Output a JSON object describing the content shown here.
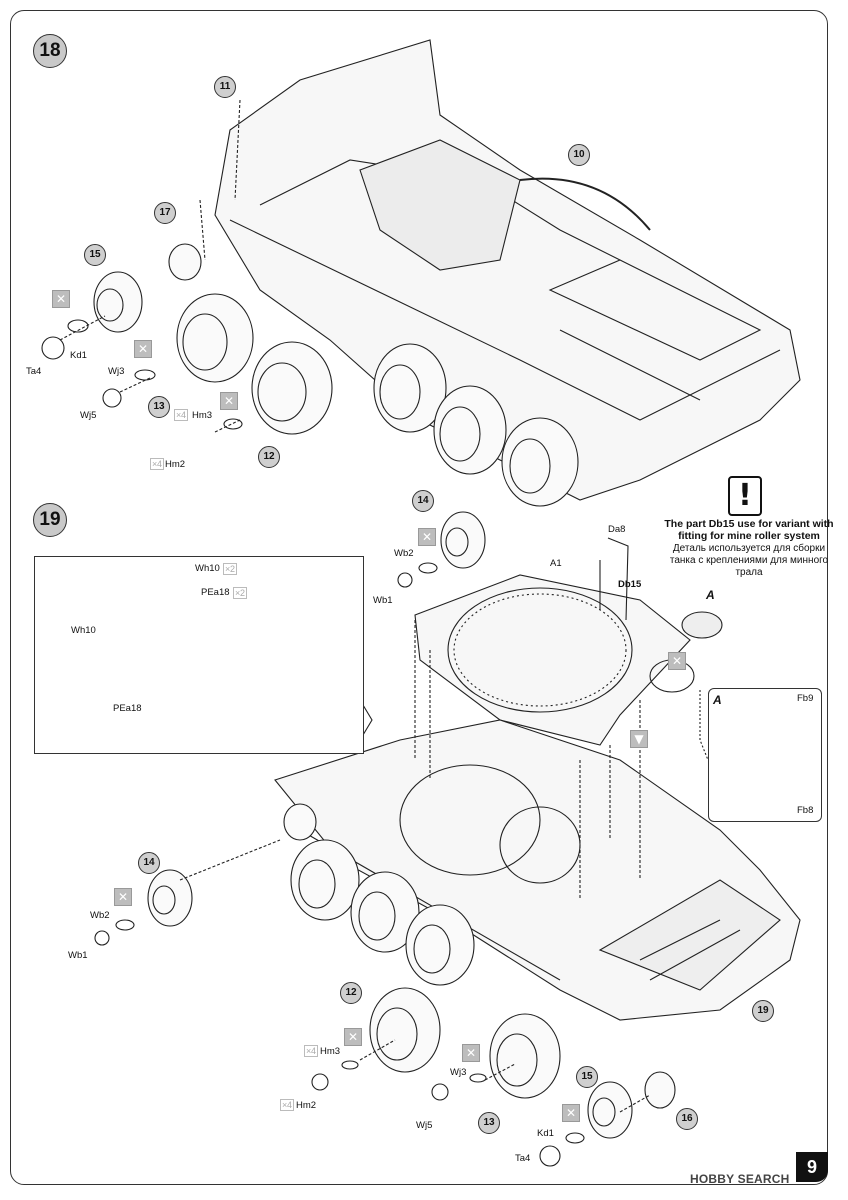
{
  "steps": {
    "s18": "18",
    "s19": "19"
  },
  "parts": {
    "p10": "10",
    "p11": "11",
    "p12": "12",
    "p13": "13",
    "p14": "14",
    "p15": "15",
    "p16": "16",
    "p17": "17",
    "p19": "19"
  },
  "labels": {
    "ta4": "Ta4",
    "kd1": "Kd1",
    "wj3": "Wj3",
    "wj5": "Wj5",
    "hm3": "Hm3",
    "hm2": "Hm2",
    "wb2": "Wb2",
    "wb1": "Wb1",
    "da8": "Da8",
    "db15": "Db15",
    "a1": "A1",
    "wh10": "Wh10",
    "pea18": "PEa18",
    "fb9": "Fb9",
    "fb8": "Fb8",
    "a": "A"
  },
  "quantities": {
    "x4": "4",
    "x2": "2"
  },
  "note": {
    "icon": "!",
    "english": "The part Db15 use for variant with fitting for mine roller system",
    "russian": "Деталь используется  для сборки танка с  креплениями для минного трала"
  },
  "icons": {
    "sprue_icon": "sprue-cut-icon",
    "warning": "exclamation-icon",
    "option": "down-arrow-icon"
  },
  "page_number": "9",
  "watermark": "HOBBY SEARCH"
}
